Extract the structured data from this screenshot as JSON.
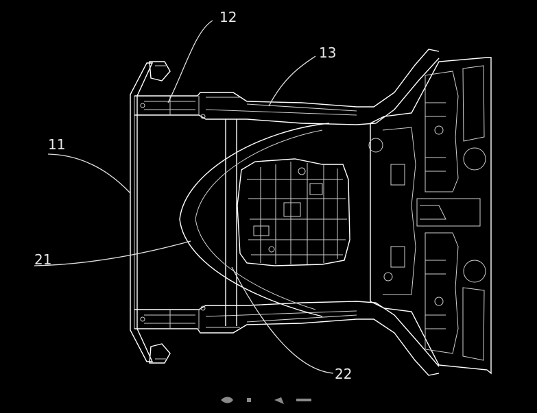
{
  "diagram": {
    "background": "#000000",
    "line_color": "#ffffff",
    "callouts": [
      {
        "id": "c11",
        "label": "11"
      },
      {
        "id": "c12",
        "label": "12"
      },
      {
        "id": "c13",
        "label": "13"
      },
      {
        "id": "c21",
        "label": "21"
      },
      {
        "id": "c22",
        "label": "22"
      }
    ]
  }
}
